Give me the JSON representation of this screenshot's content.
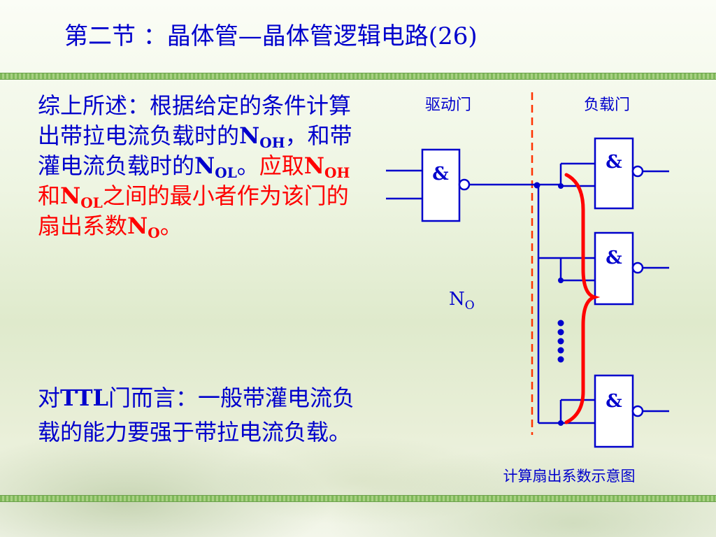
{
  "title": "第二节 ：晶体管—晶体管逻辑电路(26)",
  "paragraph1": {
    "s1": "综上所述：根据给定的条件计算出带拉电流负载时的",
    "noh_main": "N",
    "noh_sub": "OH",
    "s2": "，和带灌电流负载时的",
    "nol_main": "N",
    "nol_sub": "OL",
    "s3": "。",
    "r1": "应取",
    "r_noh_main": "N",
    "r_noh_sub": "OH",
    "r2": "和",
    "r_nol_main": "N",
    "r_nol_sub": "OL",
    "r3": "之间的最小者作为该门的扇出系数",
    "r_no_main": "N",
    "r_no_sub": "O",
    "r4": "。"
  },
  "paragraph2": {
    "s1": "对",
    "ttl": "TTL",
    "s2": "门而言：一般带灌电流负载的能力要强于带拉电流负载。"
  },
  "diagram": {
    "label_driver": "驱动门",
    "label_load": "负载门",
    "gate_symbol": "&",
    "no_main": "N",
    "no_sub": "O",
    "caption": "计算扇出系数示意图",
    "colors": {
      "wire": "#0000cc",
      "brace": "#ff0000",
      "divider": "#ff3300",
      "gate_fill": "#ffffff"
    }
  }
}
